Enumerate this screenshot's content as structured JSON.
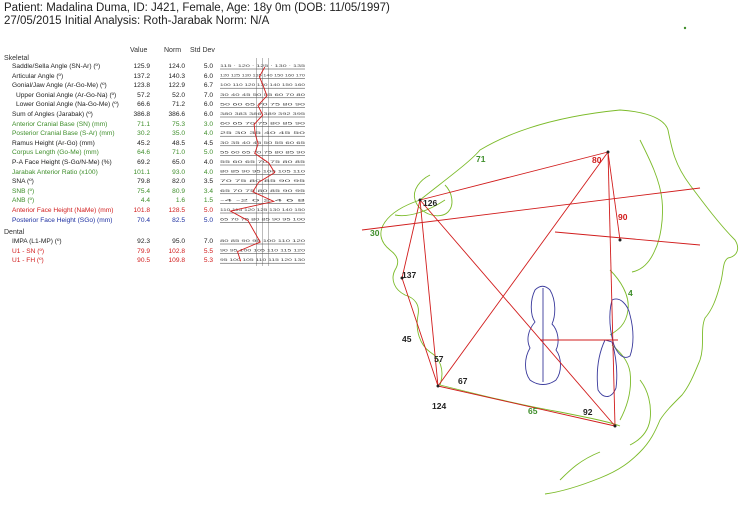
{
  "header": {
    "line1": "Patient: Madalina Duma, ID: J421, Female, Age: 18y 0m  (DOB: 11/05/1997)",
    "line2": "27/05/2015 Initial    Analysis: Roth-Jarabak    Norm: N/A"
  },
  "columns": {
    "value": "Value",
    "norm": "Norm",
    "std": "Std Dev"
  },
  "sections": {
    "skeletal": "Skeletal",
    "dental": "Dental"
  },
  "skeletal_rows": [
    {
      "label": "Saddle/Sella Angle (SN-Ar) (º)",
      "value": "125.9",
      "norm": "124.0",
      "std": "5.0",
      "color": "#222222",
      "indent": false,
      "ticks": "115 · 120 · 125 · 130 · 135"
    },
    {
      "label": "Articular Angle (º)",
      "value": "137.2",
      "norm": "140.3",
      "std": "6.0",
      "color": "#222222",
      "indent": false,
      "ticks": "120 125 130 135 140 150 160 170"
    },
    {
      "label": "Gonial/Jaw Angle (Ar-Go-Me) (º)",
      "value": "123.8",
      "norm": "122.9",
      "std": "6.7",
      "color": "#222222",
      "indent": false,
      "ticks": "100 110 120 130 140 150 160"
    },
    {
      "label": "Upper Gonial Angle (Ar-Go-Na) (º)",
      "value": "57.2",
      "norm": "52.0",
      "std": "7.0",
      "color": "#222222",
      "indent": true,
      "ticks": "30 40 45 50 55 60 70 80"
    },
    {
      "label": "Lower Gonial Angle (Na-Go-Me) (º)",
      "value": "66.6",
      "norm": "71.2",
      "std": "6.0",
      "color": "#222222",
      "indent": true,
      "ticks": "50 60 65 70 75 80 90"
    },
    {
      "label": "Sum of Angles (Jarabak) (º)",
      "value": "386.8",
      "norm": "386.6",
      "std": "6.0",
      "color": "#222222",
      "indent": false,
      "ticks": "380 383 386 389 392 395"
    },
    {
      "label": "Anterior Cranial Base (SN) (mm)",
      "value": "71.1",
      "norm": "75.3",
      "std": "3.0",
      "color": "#3e8e2a",
      "indent": false,
      "ticks": "60 65 70 75 80 85 90"
    },
    {
      "label": "Posterior Cranial Base (S-Ar) (mm)",
      "value": "30.2",
      "norm": "35.0",
      "std": "4.0",
      "color": "#3e8e2a",
      "indent": false,
      "ticks": "25 30 35 40 45 50"
    },
    {
      "label": "Ramus Height (Ar-Go) (mm)",
      "value": "45.2",
      "norm": "48.5",
      "std": "4.5",
      "color": "#222222",
      "indent": false,
      "ticks": "30 35 40 45 50 55 60 65"
    },
    {
      "label": "Corpus Length (Go-Me) (mm)",
      "value": "64.6",
      "norm": "71.0",
      "std": "5.0",
      "color": "#3e8e2a",
      "indent": false,
      "ticks": "55 60 65 70 75 80 85 90"
    },
    {
      "label": "P-A Face Height (S-Go/N-Me) (%)",
      "value": "69.2",
      "norm": "65.0",
      "std": "4.0",
      "color": "#222222",
      "indent": false,
      "ticks": "55 60 65 70 75 80 85"
    },
    {
      "label": "Jarabak Anterior Ratio (x100)",
      "value": "101.1",
      "norm": "93.0",
      "std": "4.0",
      "color": "#3e8e2a",
      "indent": false,
      "ticks": "80 85 90 95 100 105 110"
    },
    {
      "label": "SNA (º)",
      "value": "79.8",
      "norm": "82.0",
      "std": "3.5",
      "color": "#222222",
      "indent": false,
      "ticks": "70 75 80 85 90 95"
    },
    {
      "label": "SNB (º)",
      "value": "75.4",
      "norm": "80.9",
      "std": "3.4",
      "color": "#3e8e2a",
      "indent": false,
      "ticks": "65 70 75 80 85 90 95"
    },
    {
      "label": "ANB (º)",
      "value": "4.4",
      "norm": "1.6",
      "std": "1.5",
      "color": "#3e8e2a",
      "indent": false,
      "ticks": "-4 -2 0 2 4 6 8"
    },
    {
      "label": "Anterior Face Height (NaMe) (mm)",
      "value": "101.8",
      "norm": "128.5",
      "std": "5.0",
      "color": "#d11c1c",
      "indent": false,
      "ticks": "110 115 120 125 130 140 150"
    },
    {
      "label": "Posterior Face Height (SGo) (mm)",
      "value": "70.4",
      "norm": "82.5",
      "std": "5.0",
      "color": "#1c2fa0",
      "indent": false,
      "ticks": "65 70 75 80 85 90 95 100"
    }
  ],
  "dental_rows": [
    {
      "label": "IMPA (L1-MP) (º)",
      "value": "92.3",
      "norm": "95.0",
      "std": "7.0",
      "color": "#222222",
      "indent": false,
      "ticks": "80 85 90 95 100 110 120"
    },
    {
      "label": "U1 - SN (º)",
      "value": "79.9",
      "norm": "102.8",
      "std": "5.5",
      "color": "#d11c1c",
      "indent": false,
      "ticks": "90 95 100 105 110 115 120"
    },
    {
      "label": "U1 - FH (º)",
      "value": "90.5",
      "norm": "109.8",
      "std": "5.3",
      "color": "#d11c1c",
      "indent": false,
      "ticks": "95 100 105 110 115 120 130"
    }
  ],
  "tracing_labels": {
    "a71": "71",
    "a80": "80",
    "a90": "90",
    "a30": "30",
    "a126": "126",
    "a137": "137",
    "a4": "4",
    "a45": "45",
    "a57": "57",
    "a67": "67",
    "a124": "124",
    "a65": "65",
    "a92": "92"
  },
  "colors": {
    "red": "#d11c1c",
    "green": "#3e8e2a",
    "blue": "#1c2fa0",
    "black": "#222222",
    "soft_tissue": "#7cbb2a",
    "teeth": "#3a3a9c"
  }
}
